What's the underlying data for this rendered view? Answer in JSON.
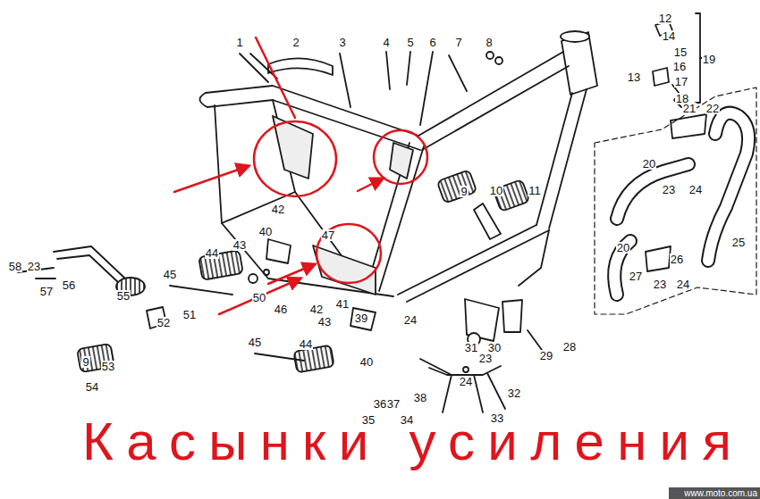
{
  "diagram": {
    "labels": [
      "1",
      "2",
      "3",
      "4",
      "5",
      "6",
      "7",
      "8",
      "12",
      "14",
      "15",
      "13",
      "16",
      "17",
      "18",
      "19",
      "21",
      "22",
      "20",
      "23",
      "24",
      "9",
      "10",
      "11",
      "25",
      "20",
      "26",
      "27",
      "23",
      "24",
      "28",
      "42",
      "47",
      "40",
      "43",
      "44",
      "58",
      "23",
      "56",
      "57",
      "55",
      "45",
      "50",
      "51",
      "52",
      "9",
      "53",
      "54",
      "46",
      "42",
      "41",
      "43",
      "39",
      "24",
      "44",
      "45",
      "40",
      "31",
      "30",
      "29",
      "24",
      "23",
      "32",
      "36",
      "37",
      "38",
      "33",
      "35",
      "34",
      "Касынки усиления",
      "www.moto.com.ua"
    ]
  }
}
